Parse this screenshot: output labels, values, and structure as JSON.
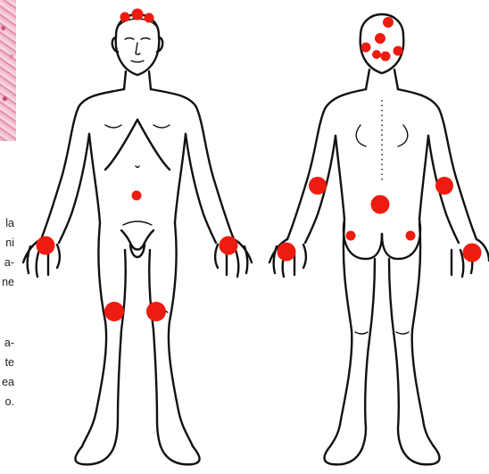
{
  "colors": {
    "marker": "#ee1c10",
    "outline": "#111111",
    "thumbnail": "#e48fae"
  },
  "side_text_fragments": [
    "la",
    "ni",
    "a-",
    "ne",
    "a-",
    "te",
    "ea",
    "o."
  ],
  "figures": {
    "front": {
      "view": "anterior"
    },
    "back": {
      "view": "posterior"
    }
  }
}
